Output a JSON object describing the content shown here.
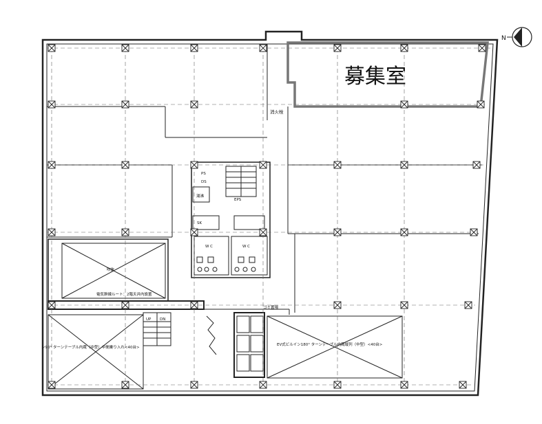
{
  "floor_plan": {
    "vacancy_label": "募集室",
    "north_label": "N",
    "labels": {
      "fire_hydrant": "消火栓",
      "ps": "PS",
      "eps": "EPS",
      "ds": "DS",
      "sk": "SK",
      "wc": "W C",
      "water_heater": "湯沸",
      "shaft": "吹抜",
      "ev_route": "電気幹線ルート：2階天井内設置",
      "garbage": "ゴミ置場",
      "up": "UP",
      "dn": "DN",
      "turntable_left": "ン90° ターンテーブル内蔵（中型）中間乗り入れ<40台>",
      "turntable_right": "EV式ビルイン180° ターンテーブル内蔵縦列（中型）<40台>"
    }
  }
}
